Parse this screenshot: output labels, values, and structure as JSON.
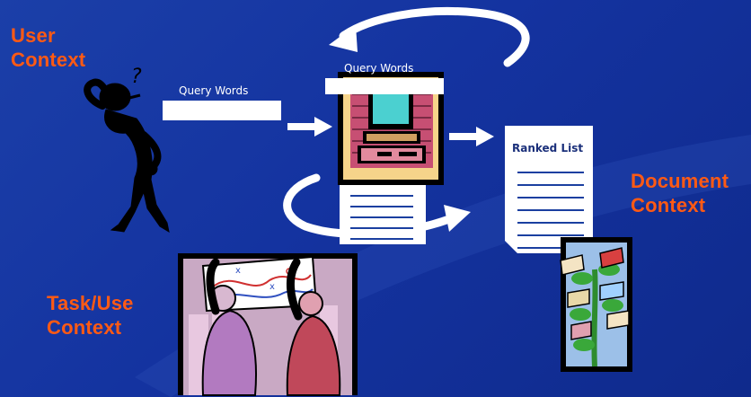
{
  "labels": {
    "user_context_line1": "User",
    "user_context_line2": "Context",
    "document_context_line1": "Document",
    "document_context_line2": "Context",
    "task_context_line1": "Task/Use",
    "task_context_line2": "Context",
    "query_words_left": "Query Words",
    "query_words_top": "Query Words",
    "ranked_list": "Ranked List"
  },
  "colors": {
    "background": "#1433a0",
    "label_orange": "#ff5a14",
    "box_white": "#ffffff",
    "line_blue": "#1a3fa0"
  }
}
